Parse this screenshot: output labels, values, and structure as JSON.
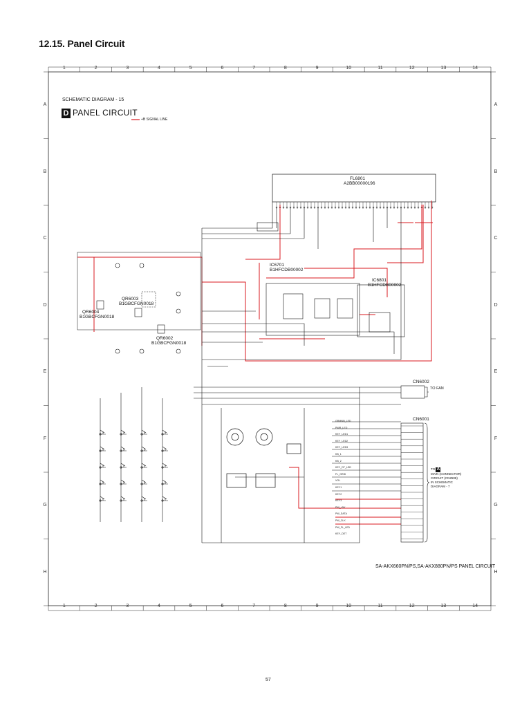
{
  "page": {
    "title": "12.15. Panel Circuit",
    "page_number": "57",
    "model_title": "SA-AKX660PN/PS,SA-AKX880PN/PS PANEL CIRCUIT"
  },
  "frame": {
    "columns": [
      "1",
      "2",
      "3",
      "4",
      "5",
      "6",
      "7",
      "8",
      "9",
      "10",
      "11",
      "12",
      "13",
      "14"
    ],
    "rows": [
      "A",
      "B",
      "C",
      "D",
      "E",
      "F",
      "G",
      "H"
    ]
  },
  "diagram": {
    "label": "SCHEMATIC DIAGRAM - 15",
    "circuit_letter": "D",
    "circuit_name": "PANEL CIRCUIT",
    "legend": "+B SIGNAL LINE"
  },
  "colors": {
    "signal_line": "#d9181f",
    "wire": "#111111",
    "frame": "#222222"
  },
  "parts": {
    "fl6801_ref": "FL6801",
    "fl6801_code": "A2BB00000196",
    "qr6004_ref": "QR6004",
    "qr6004_code": "B1GBCFGN0018",
    "qr6003_ref": "QR6003",
    "qr6003_code": "B1GBCFGN0018",
    "qr6002_ref": "QR6002",
    "qr6002_code": "B1GBCFGN0018",
    "ic6701_ref": "IC6701",
    "ic6701_code": "B1HFCDB00002",
    "ic6801_ref": "IC6801",
    "ic6801_code": "B1HFCDB00002",
    "cn6002": "CN6002",
    "cn6001": "CN6001",
    "to_fan": "TO FAN",
    "to_letter": "A",
    "to_prefix": "TO",
    "to_lines": [
      "MAIN (CONNECTOR)",
      "CIRCUIT (CN2508)",
      "IN SCHEMATIC",
      "DIAGRAM - 7"
    ]
  },
  "net_labels": {
    "main_connector_pins": [
      "GRMNN_LED",
      "PWR_LED",
      "KEY_LED1",
      "KEY_LED2",
      "KEY_LED3",
      "KB_1",
      "KB_2",
      "KEY_DT_LED",
      "FL_GRID",
      "VOL",
      "KEY1",
      "KEY2",
      "KEY3",
      "PW_+5V",
      "PW_DATA",
      "PW_CLK",
      "PW_FL_LED",
      "KEY_DET"
    ]
  }
}
